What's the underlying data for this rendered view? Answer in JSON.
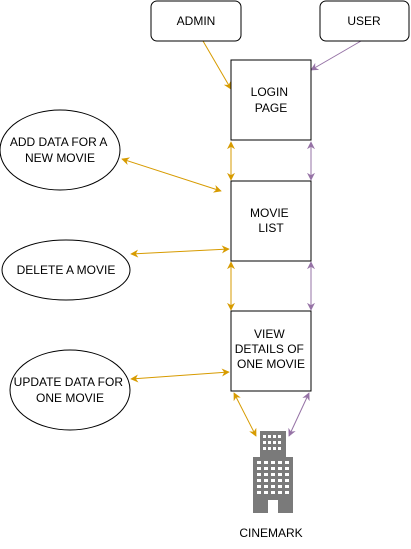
{
  "colors": {
    "admin_edge": "#d79b00",
    "user_edge": "#9673a6",
    "node_stroke": "#000000",
    "building": "#7a7a7a",
    "building_windows": "#ffffff"
  },
  "nodes": {
    "admin": {
      "lines": [
        "ADMIN"
      ]
    },
    "user": {
      "lines": [
        "USER"
      ]
    },
    "login": {
      "lines": [
        "LOGIN",
        "PAGE"
      ]
    },
    "movie_list": {
      "lines": [
        "MOVIE",
        "LIST"
      ]
    },
    "view_details": {
      "lines": [
        "VIEW",
        "DETAILS OF",
        "ONE MOVIE"
      ]
    },
    "add_movie": {
      "lines": [
        "ADD DATA FOR A",
        "NEW MOVIE"
      ]
    },
    "delete_movie": {
      "lines": [
        "DELETE A MOVIE"
      ]
    },
    "update_movie": {
      "lines": [
        "UPDATE DATA FOR",
        "ONE MOVIE"
      ]
    }
  },
  "cinema": {
    "label": "CINEMARK",
    "icon": "building-icon"
  }
}
